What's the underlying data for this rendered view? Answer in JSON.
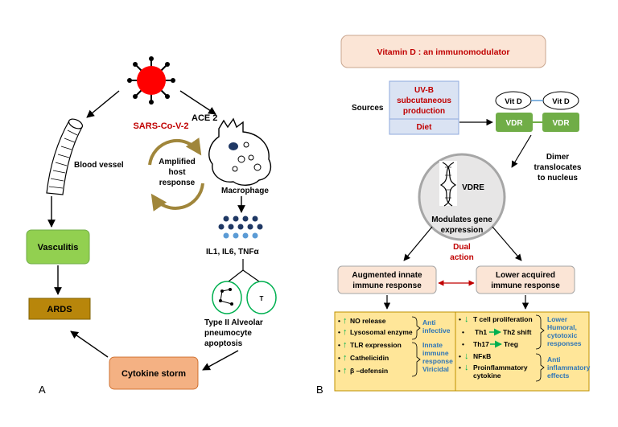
{
  "panel_a": {
    "letter": "A",
    "virus_label": "SARS-Co-V-2",
    "receptor_label": "ACE 2",
    "blood_vessel_label": "Blood vessel",
    "cycle_label": [
      "Amplified",
      "host",
      "response"
    ],
    "macrophage_label": "Macrophage",
    "cytokines_label": "IL1, IL6, TNFα",
    "t_cell_label": "T",
    "pneumocyte_label": [
      "Type II Alveolar",
      "pneumocyte",
      "apoptosis"
    ],
    "vasculitis_label": "Vasculitis",
    "ards_label": "ARDS",
    "storm_label": "Cytokine storm",
    "colors": {
      "virus": "#ff0000",
      "vasculitis": "#92d050",
      "ards": "#b8860b",
      "storm": "#f4b183",
      "cycle": "#a0863b"
    }
  },
  "panel_b": {
    "letter": "B",
    "title": "Vitamin D : an immunomodulator",
    "sources_label": "Sources",
    "source_uvb": [
      "UV-B",
      "subcutaneous",
      "production"
    ],
    "source_diet": "Diet",
    "vitd_left": "Vit D",
    "vitd_right": "Vit D",
    "vdr_left": "VDR",
    "vdr_right": "VDR",
    "dimer_text": [
      "Dimer",
      "translocates",
      "to nucleus"
    ],
    "vdre_label": "VDRE",
    "modulates_text": [
      "Modulates gene",
      "expression"
    ],
    "dual_action": [
      "Dual",
      "action"
    ],
    "innate_box": [
      "Augmented innate",
      "immune response"
    ],
    "acquired_box": [
      "Lower acquired",
      "immune response"
    ],
    "innate_items": [
      {
        "arrow": "↑",
        "text": "NO release"
      },
      {
        "arrow": "↑",
        "text": "Lysosomal enzyme"
      },
      {
        "arrow": "↑",
        "text": "TLR expression"
      },
      {
        "arrow": "↑",
        "text": "Cathelicidin"
      },
      {
        "arrow": "↑",
        "text": "β –defensin"
      }
    ],
    "innate_effect_1": [
      "Anti",
      "infective"
    ],
    "innate_effect_2": [
      "Innate",
      "immune",
      "response",
      "Viricidal"
    ],
    "acquired_items": {
      "t_cell": "T cell proliferation",
      "th1": "Th1",
      "th2": "Th2 shift",
      "th17": "Th17",
      "treg": "Treg",
      "nfkb": "NFκB",
      "proinflam": [
        "Proinflammatory",
        "cytokine"
      ]
    },
    "acquired_effect_1": [
      "Lower",
      "Humoral,",
      "cytotoxic",
      "responses"
    ],
    "acquired_effect_2": [
      "Anti",
      "inflammatory",
      "effects"
    ],
    "colors": {
      "title_box": "#fbe5d6",
      "vdr": "#70ad47",
      "panel": "#ffe699",
      "arrow_green": "#00b050",
      "effect_text": "#2e75b6",
      "red_text": "#c00000"
    }
  }
}
